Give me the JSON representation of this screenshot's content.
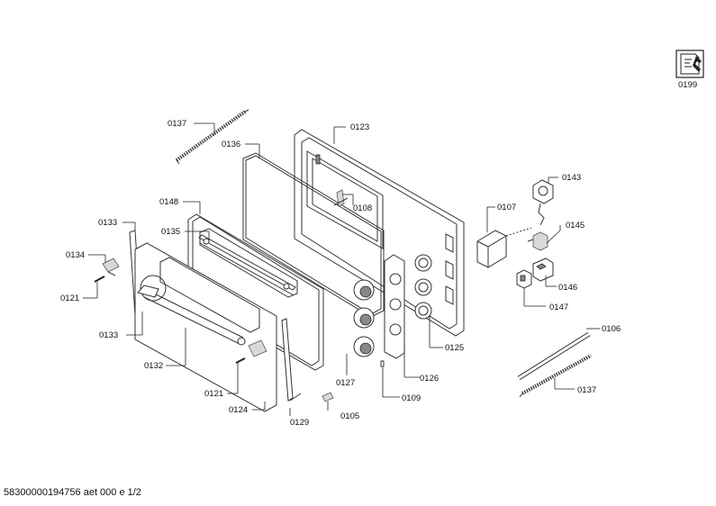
{
  "footer": "58300000194756 aet 000 e 1/2",
  "labels": {
    "p0199": "0199",
    "p0137a": "0137",
    "p0123": "0123",
    "p0136": "0136",
    "p0108": "0108",
    "p0148": "0148",
    "p0133a": "0133",
    "p0135": "0135",
    "p0107": "0107",
    "p0143": "0143",
    "p0145": "0145",
    "p0134": "0134",
    "p0121a": "0121",
    "p0146": "0146",
    "p0147": "0147",
    "p0133b": "0133",
    "p0106": "0106",
    "p0125": "0125",
    "p0132": "0132",
    "p0127": "0127",
    "p0126": "0126",
    "p0137b": "0137",
    "p0121b": "0121",
    "p0109": "0109",
    "p0124": "0124",
    "p0105": "0105",
    "p0129": "0129"
  },
  "icons": {
    "service": "wrench-document-icon"
  }
}
